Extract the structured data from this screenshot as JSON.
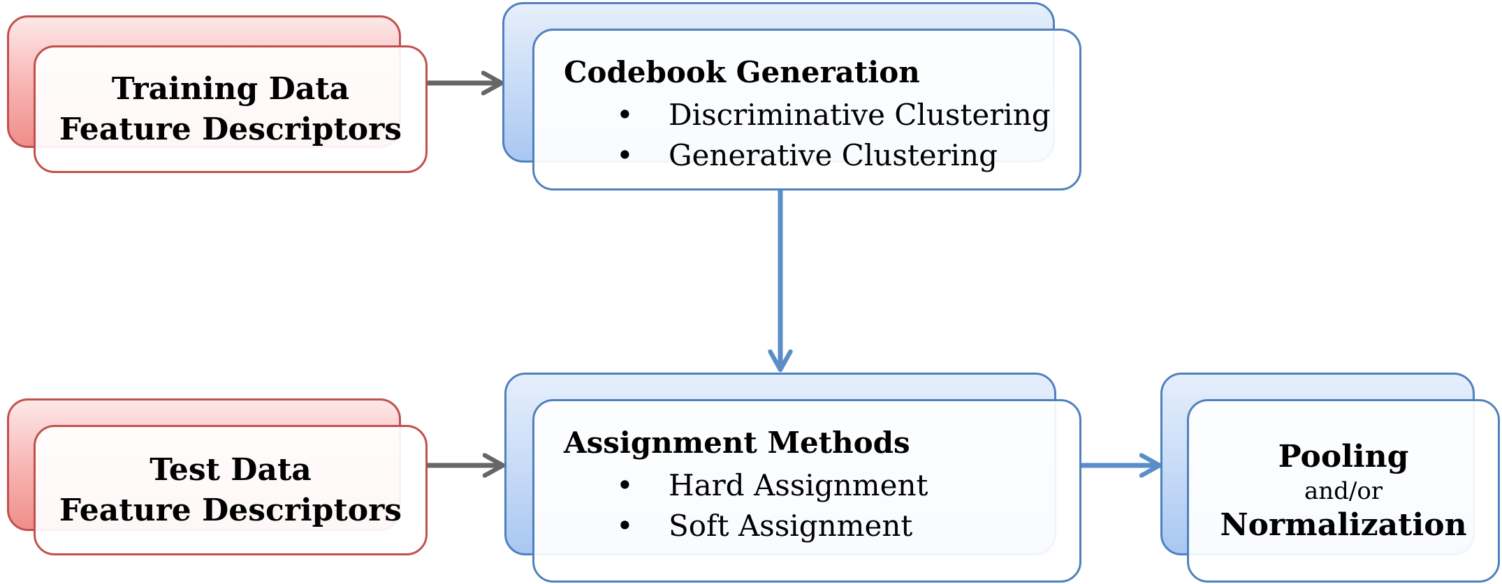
{
  "training": {
    "line1": "Training Data",
    "line2": "Feature Descriptors"
  },
  "test": {
    "line1": "Test Data",
    "line2": "Feature Descriptors"
  },
  "codebook": {
    "title": "Codebook Generation",
    "items": [
      "Discriminative Clustering",
      "Generative Clustering"
    ]
  },
  "assignment": {
    "title": "Assignment Methods",
    "items": [
      "Hard Assignment",
      "Soft Assignment"
    ]
  },
  "pooling": {
    "line1": "Pooling",
    "line2": "and/or",
    "line3": "Normalization"
  },
  "bullet": "•",
  "colors": {
    "red_border": "#c0504d",
    "blue_border": "#4f81bd",
    "gray_arrow": "#666666",
    "blue_arrow": "#5b8ec9"
  }
}
